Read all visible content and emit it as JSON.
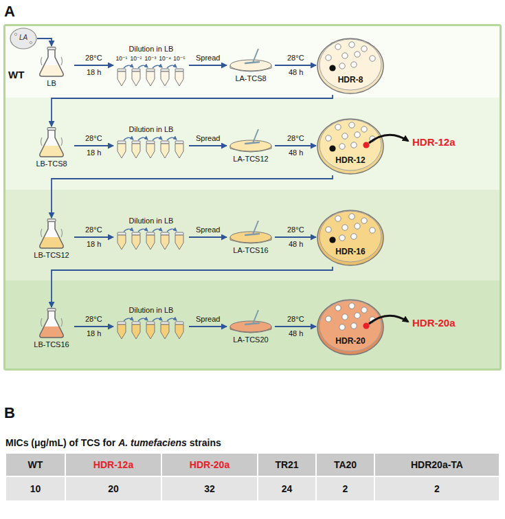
{
  "diagram": {
    "nodes": [
      {
        "text": [
          "LA"
        ]
      },
      {
        "text": [
          "LB"
        ]
      },
      {
        "text": [
          "Dilution in LB",
          "10⁻¹",
          "10⁻²",
          "10⁻³",
          "10⁻⁴",
          "10⁻⁵"
        ]
      },
      {
        "text": [
          "LA-TCS8"
        ]
      },
      {
        "text": [
          "HDR-8"
        ]
      },
      {
        "text": [
          "LB-TCS8"
        ]
      },
      {
        "text": [
          "Dilution in LB"
        ]
      },
      {
        "text": [
          "LA-TCS12"
        ]
      },
      {
        "text": [
          "HDR-12"
        ]
      },
      {
        "text": [
          "LB-TCS12"
        ]
      },
      {
        "text": [
          "Dilution in LB"
        ]
      },
      {
        "text": [
          "LA-TCS16"
        ]
      },
      {
        "text": [
          "HDR-16"
        ]
      },
      {
        "text": [
          "LB-TCS16"
        ]
      },
      {
        "text": [
          "Dilution in LB"
        ]
      },
      {
        "text": [
          "LA-TCS20"
        ]
      },
      {
        "text": [
          "HDR-20"
        ]
      }
    ],
    "edges": [
      {
        "from": 0,
        "to": 1,
        "arrow": "to"
      },
      {
        "from": 1,
        "to": 2,
        "label": "28°C",
        "arrow": "to"
      },
      {
        "from": 2,
        "to": 3,
        "label": "Spread",
        "arrow": "to"
      },
      {
        "from": 3,
        "to": 4,
        "label": "28°C",
        "arrow": "to"
      },
      {
        "from": 5,
        "to": 6,
        "label": "28°C",
        "arrow": "to"
      },
      {
        "from": 6,
        "to": 7,
        "label": "Spread",
        "arrow": "to"
      },
      {
        "from": 7,
        "to": 8,
        "label": "28°C",
        "arrow": "to"
      },
      {
        "from": 9,
        "to": 10,
        "label": "28°C",
        "arrow": "to"
      },
      {
        "from": 10,
        "to": 11,
        "label": "Spread",
        "arrow": "to"
      },
      {
        "from": 11,
        "to": 12,
        "label": "28°C",
        "arrow": "to"
      },
      {
        "from": 13,
        "to": 14,
        "label": "28°C",
        "arrow": "to"
      },
      {
        "from": 14,
        "to": 15,
        "label": "Spread",
        "arrow": "to"
      },
      {
        "from": 15,
        "to": 16,
        "label": "28°C",
        "arrow": "to"
      },
      {
        "from": 4,
        "to": 5,
        "arrow": "to"
      },
      {
        "from": 8,
        "to": 9,
        "arrow": "to"
      },
      {
        "from": 12,
        "to": 13,
        "arrow": "to"
      }
    ],
    "labels": [
      "A",
      "WT",
      "18 h",
      "48 h",
      "18 h",
      "48 h",
      "HDR-12a",
      "18 h",
      "48 h",
      "18 h",
      "48 h",
      "HDR-20a",
      "B",
      "MICs (μg/mL) of TCS for",
      "A. tumefaciens",
      "strains",
      "WT",
      "HDR-12a",
      "HDR-20a",
      "TR21",
      "TA20",
      "HDR20a-TA",
      "10",
      "20",
      "32",
      "24",
      "2",
      "2"
    ]
  }
}
